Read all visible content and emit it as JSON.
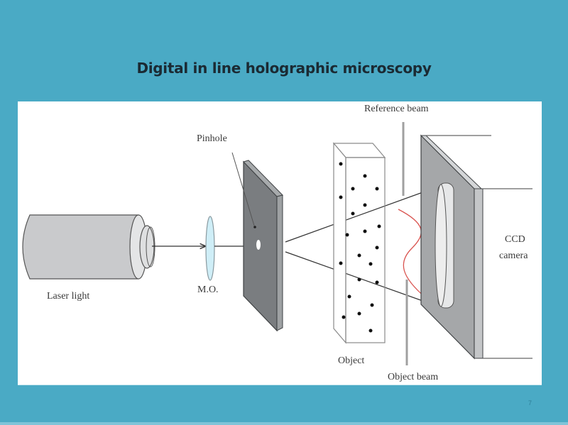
{
  "slide": {
    "title": "Digital in line holographic microscopy",
    "page_number": "7",
    "background_color": "#4aaac5"
  },
  "diagram": {
    "labels": {
      "laser": "Laser light",
      "objective": "M.O.",
      "pinhole": "Pinhole",
      "object": "Object",
      "reference_beam": "Reference beam",
      "object_beam": "Object beam",
      "ccd_line1": "CCD",
      "ccd_line2": "camera"
    },
    "colors": {
      "wave": "#d9534f",
      "plate": "#7a7d80",
      "lens": "#cfeef7"
    }
  }
}
